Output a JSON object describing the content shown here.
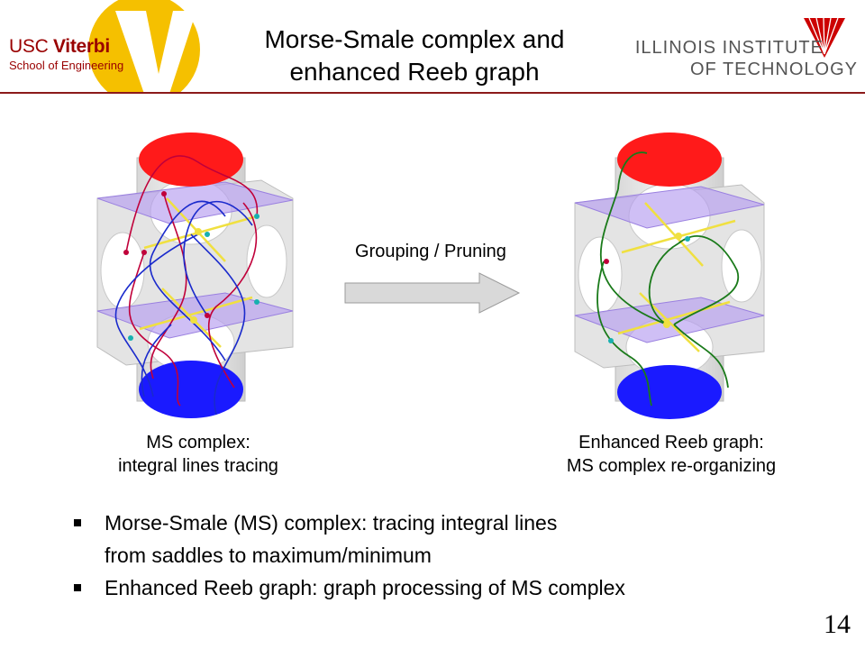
{
  "header": {
    "title_line1": "Morse-Smale complex and",
    "title_line2": "enhanced Reeb graph",
    "usc_logo": {
      "name_regular": "USC ",
      "name_bold": "Viterbi",
      "school": "School of Engineering",
      "color": "#990000",
      "accent": "#f5c000"
    },
    "iit_logo": {
      "line1": "ILLINOIS INSTITUTE",
      "line2": "OF TECHNOLOGY",
      "color": "#555555",
      "accent": "#cc0000"
    },
    "rule_color": "#8b1a1a"
  },
  "figures": {
    "left_caption_line1": "MS complex:",
    "left_caption_line2": "integral lines tracing",
    "right_caption_line1": "Enhanced Reeb graph:",
    "right_caption_line2": "MS complex re-organizing"
  },
  "arrow": {
    "label": "Grouping / Pruning",
    "color": "#d9d9d9"
  },
  "bullets": [
    {
      "line1": "Morse-Smale (MS) complex: tracing integral lines",
      "line2": "from saddles to maximum/minimum"
    },
    {
      "line1": "Enhanced Reeb graph: graph processing of MS complex",
      "line2": ""
    }
  ],
  "colors": {
    "maximum": "#ff1a1a",
    "minimum": "#1a1aff",
    "slab": "#b59cf0",
    "path_red": "#c0003a",
    "path_blue": "#1a2acc",
    "path_green": "#1a7a1a",
    "saddle_lines": "#f0e040"
  },
  "page_number": "14"
}
